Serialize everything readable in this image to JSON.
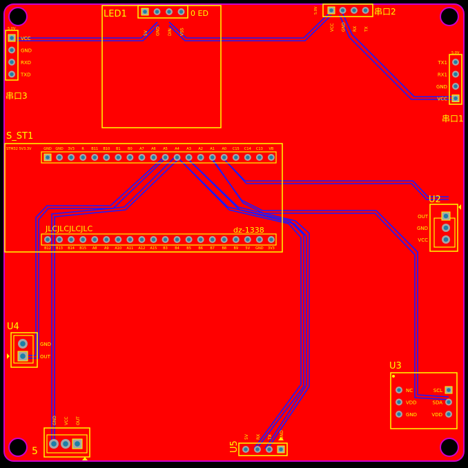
{
  "board": {
    "copper_color": "#ff0000",
    "outline_color": "#cc00cc",
    "silk_color": "#ffff00",
    "trace_color": "#1a1aff"
  },
  "components": {
    "led1": {
      "ref": "LED1",
      "label_right": "0 ED",
      "pins": [
        "5V",
        "GND",
        "DIN",
        "VSS"
      ]
    },
    "serial2": {
      "ref": "串口2",
      "small": "5.0V",
      "pins": [
        "VCC",
        "GND",
        "RX",
        "TX"
      ]
    },
    "serial3": {
      "ref": "串口3",
      "small": "5.0V",
      "pins": [
        "VCC",
        "GND",
        "RXD",
        "TXD"
      ]
    },
    "serial1": {
      "ref": "串口1",
      "small": "5.0V",
      "pins": [
        "TX1",
        "RX1",
        "GND",
        "VCC"
      ]
    },
    "s_st1": {
      "ref": "S_ST1",
      "mid_left": "JLCJLCJLCJLC",
      "mid_right": "dz-1338",
      "top_left_text": "STM32 5V3.3V",
      "top_pins": [
        "GND",
        "GND",
        "3V3",
        "R",
        "B11",
        "B10",
        "B1",
        "B0",
        "A7",
        "A6",
        "A5",
        "A4",
        "A3",
        "A2",
        "A1",
        "A0",
        "C15",
        "C14",
        "C13",
        "VB"
      ],
      "bottom_pins": [
        "B12",
        "B13",
        "B14",
        "B15",
        "A8",
        "A9",
        "A10",
        "A11",
        "A12",
        "A15",
        "B3",
        "B4",
        "B5",
        "B6",
        "B7",
        "B8",
        "B9",
        "5V",
        "GND",
        "3V3"
      ]
    },
    "u2": {
      "ref": "U2",
      "pins": [
        "OUT",
        "GND",
        "VCC"
      ]
    },
    "u3": {
      "ref": "U3",
      "left_pins": [
        "NC",
        "VDD",
        "GND"
      ],
      "right_pins": [
        "SCL",
        "SDA",
        "VDD"
      ]
    },
    "u4": {
      "ref": "U4",
      "pins": [
        "GND",
        "OUT"
      ]
    },
    "u5": {
      "ref": "U5",
      "pins": [
        "5V",
        "RX",
        "TX",
        "GND"
      ]
    },
    "j5": {
      "ref": "5",
      "pins": [
        "GND",
        "VCC",
        "OUT"
      ]
    }
  }
}
